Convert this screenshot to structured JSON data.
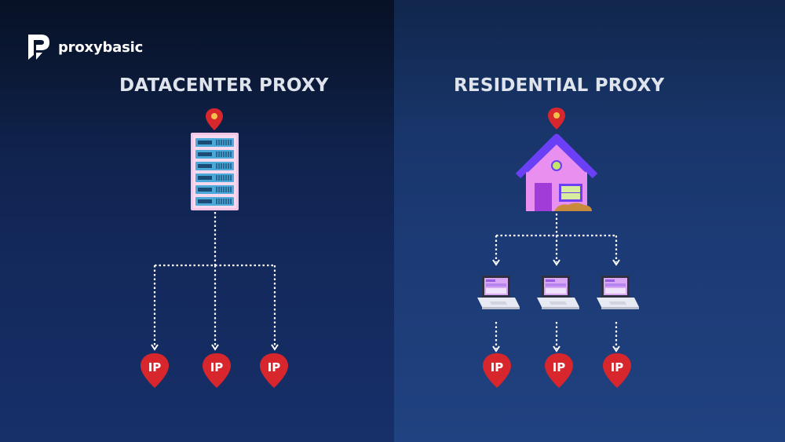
{
  "brand": {
    "name": "proxybasic",
    "logo_icon": "proxybasic-logo-icon"
  },
  "left": {
    "title": "DATACENTER PROXY",
    "endpoint_label": "IP"
  },
  "right": {
    "title": "RESIDENTIAL PROXY",
    "endpoint_label": "IP"
  },
  "colors": {
    "left_bg": "#13285a",
    "right_bg": "#1c3a75",
    "pin_red": "#d8262d",
    "house_pink": "#e98ff0",
    "roof_purple": "#6b3ff5",
    "server_blue": "#4aa9d9"
  }
}
